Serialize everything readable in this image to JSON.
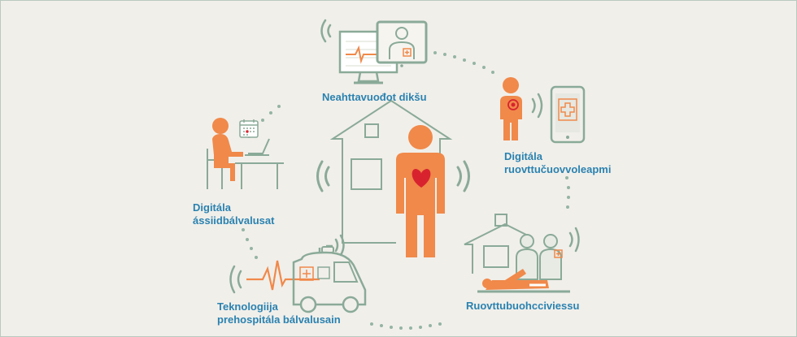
{
  "labels": {
    "remote": "Neahttavuođot dikšu",
    "digital_self_line1": "Digitála",
    "digital_self_line2": "ruovttučuovvoleapmi",
    "digital_client_line1": "Digitála",
    "digital_client_line2": "ássiidbálvalusat",
    "home_hospital": "Ruovttubuohcciviessu",
    "tech_line1": "Teknologiija",
    "tech_line2": "prehospitála bálvalusain"
  },
  "colors": {
    "background": "#f1efea",
    "outline_green": "#8aaa98",
    "person_orange": "#f0894a",
    "heart_red": "#d8232f",
    "label_blue": "#2a82b0",
    "dots": "#94b4a4"
  }
}
